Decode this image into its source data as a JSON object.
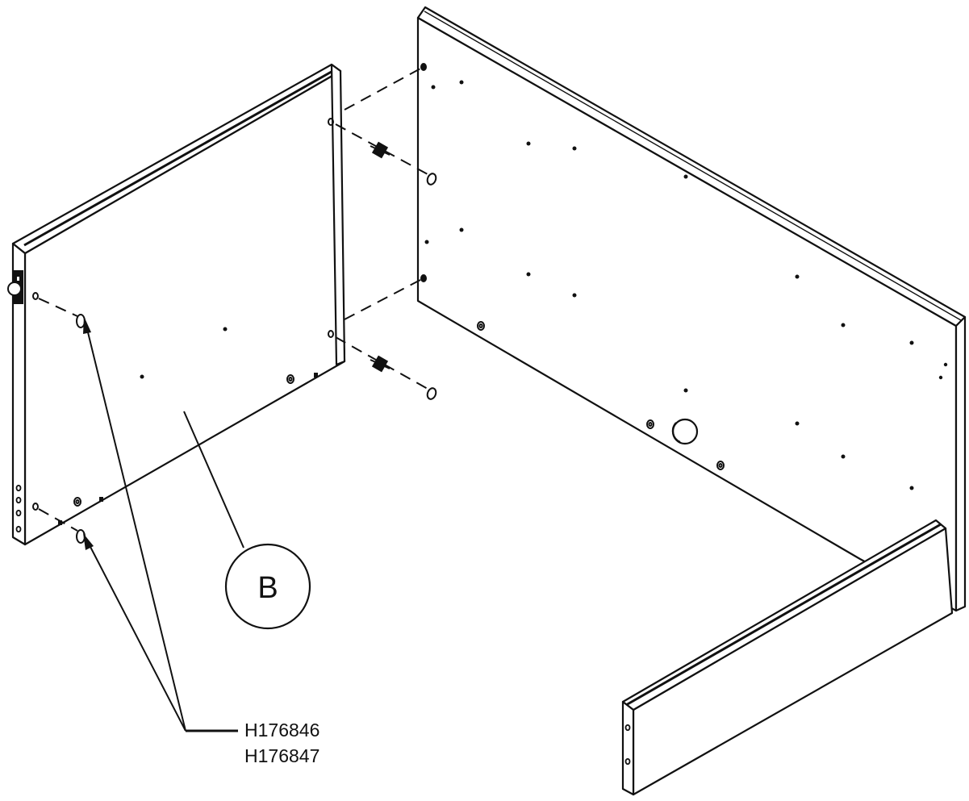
{
  "callout": {
    "letter": "B"
  },
  "part_numbers": [
    "H176846",
    "H176847"
  ]
}
